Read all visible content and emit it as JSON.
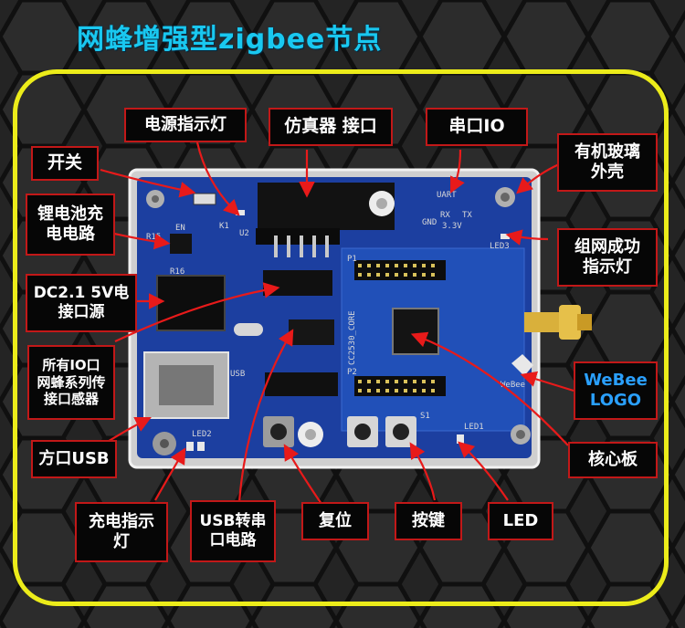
{
  "title": "网蜂增强型zigbee节点",
  "labels": {
    "power_led": "电源指示灯",
    "emulator": "仿真器 接口",
    "uart_io": "串口IO",
    "glass_case": "有机玻璃\n外壳",
    "switch": "开关",
    "li_charge": "锂电池充\n电电路",
    "network_led": "组网成功\n指示灯",
    "dc_jack": "DC2.1 5V电\n接口源",
    "all_io": "所有IO口\n网蜂系列传\n接口感器",
    "webee_logo": "WeBee\nLOGO",
    "usb_b": "方口USB",
    "core_board": "核心板",
    "charge_led": "充电指示\n灯",
    "usb_serial": "USB转串\n口电路",
    "reset": "复位",
    "button": "按键",
    "led": "LED"
  },
  "board_text": {
    "uart": "UART",
    "gnd": "GND",
    "rx": "RX",
    "v33": "3.3V",
    "tx": "TX",
    "led3": "LED3",
    "core_model": "CC2530_CORE",
    "webee": "WeBee",
    "p1": "P1",
    "p2": "P2",
    "en": "EN",
    "k1": "K1",
    "u2": "U2",
    "r15": "R15",
    "r16": "R16",
    "usb": "USB",
    "s1": "S1",
    "led1": "LED1",
    "led2": "LED2"
  },
  "colors": {
    "title": "#19c8f0",
    "frame": "#ecec1a",
    "label_border": "#c21818",
    "arrow": "#e81a1a",
    "pcb": "#1c3fa0"
  }
}
